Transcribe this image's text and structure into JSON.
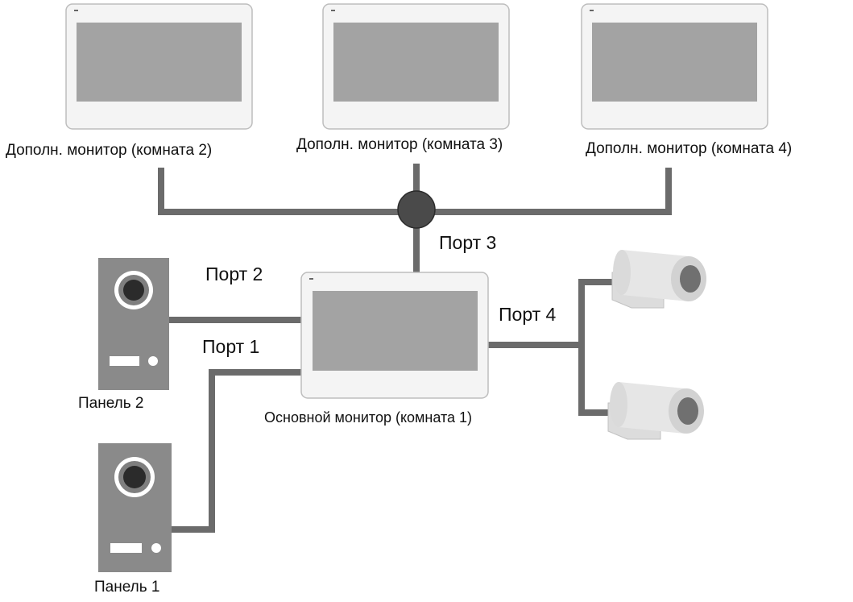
{
  "monitors": {
    "room2": "Дополн. монитор (комната 2)",
    "room3": "Дополн. монитор (комната 3)",
    "room4": "Дополн. монитор (комната 4)",
    "main": "Основной монитор (комната 1)"
  },
  "ports": {
    "p1": "Порт 1",
    "p2": "Порт 2",
    "p3": "Порт 3",
    "p4": "Порт 4"
  },
  "panels": {
    "panel1": "Панель 1",
    "panel2": "Панель 2"
  },
  "colors": {
    "cable": "#6b6b6b",
    "junction": "#4a4a4a",
    "monitor_frame": "#f4f4f4",
    "monitor_screen": "#a3a3a3",
    "panel_body": "#8a8a8a",
    "camera_body": "#e6e6e6",
    "camera_lens": "#707070"
  }
}
